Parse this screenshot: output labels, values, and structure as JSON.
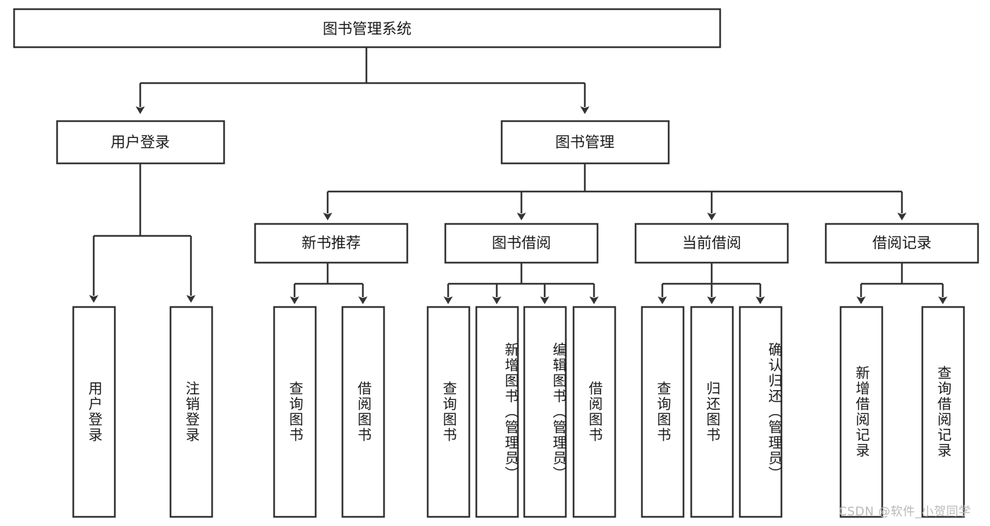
{
  "diagram": {
    "type": "tree",
    "orientation": "top-down",
    "root": {
      "id": "root",
      "label": "图书管理系统",
      "level": 0,
      "text_orientation": "horizontal"
    },
    "level1": [
      {
        "id": "user-login",
        "label": "用户登录",
        "text_orientation": "horizontal"
      },
      {
        "id": "book-management",
        "label": "图书管理",
        "text_orientation": "horizontal"
      }
    ],
    "level2": [
      {
        "id": "new-book-recommend",
        "label": "新书推荐",
        "parent": "book-management",
        "text_orientation": "horizontal"
      },
      {
        "id": "book-borrow",
        "label": "图书借阅",
        "parent": "book-management",
        "text_orientation": "horizontal"
      },
      {
        "id": "current-borrow",
        "label": "当前借阅",
        "parent": "book-management",
        "text_orientation": "horizontal"
      },
      {
        "id": "borrow-record",
        "label": "借阅记录",
        "parent": "book-management",
        "text_orientation": "horizontal"
      }
    ],
    "leaves": [
      {
        "id": "leaf-user-login",
        "label": "用户登录",
        "parent": "user-login",
        "text_orientation": "vertical"
      },
      {
        "id": "leaf-logout",
        "label": "注销登录",
        "parent": "user-login",
        "text_orientation": "vertical"
      },
      {
        "id": "leaf-query-book-1",
        "label": "查询图书",
        "parent": "new-book-recommend",
        "text_orientation": "vertical"
      },
      {
        "id": "leaf-borrow-book-1",
        "label": "借阅图书",
        "parent": "new-book-recommend",
        "text_orientation": "vertical"
      },
      {
        "id": "leaf-query-book-2",
        "label": "查询图书",
        "parent": "book-borrow",
        "text_orientation": "vertical"
      },
      {
        "id": "leaf-add-book",
        "label": "新增图书（管理员）",
        "parent": "book-borrow",
        "text_orientation": "vertical"
      },
      {
        "id": "leaf-edit-book",
        "label": "编辑图书（管理员）",
        "parent": "book-borrow",
        "text_orientation": "vertical"
      },
      {
        "id": "leaf-borrow-book-2",
        "label": "借阅图书",
        "parent": "book-borrow",
        "text_orientation": "vertical"
      },
      {
        "id": "leaf-query-book-3",
        "label": "查询图书",
        "parent": "current-borrow",
        "text_orientation": "vertical"
      },
      {
        "id": "leaf-return-book",
        "label": "归还图书",
        "parent": "current-borrow",
        "text_orientation": "vertical"
      },
      {
        "id": "leaf-confirm-return",
        "label": "确认归还（管理员）",
        "parent": "current-borrow",
        "text_orientation": "vertical"
      },
      {
        "id": "leaf-add-record",
        "label": "新增借阅记录",
        "parent": "borrow-record",
        "text_orientation": "vertical"
      },
      {
        "id": "leaf-query-record",
        "label": "查询借阅记录",
        "parent": "borrow-record",
        "text_orientation": "vertical"
      }
    ]
  },
  "watermark": {
    "text": "CSDN @软件_小贺同学"
  },
  "colors": {
    "background": "#ffffff",
    "box_fill": "#ffffff",
    "box_stroke": "#333333",
    "text": "#1a1a1a",
    "watermark": "#b9b9b9"
  }
}
